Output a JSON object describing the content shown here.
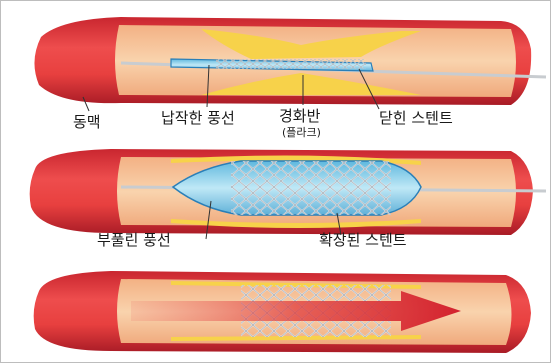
{
  "labels": {
    "artery": "동맥",
    "deflated_balloon": "납작한 풍선",
    "plaque": "경화반",
    "plaque_sub": "(플라크)",
    "closed_stent": "닫힌 스텐트",
    "inflated_balloon": "부풀린 풍선",
    "expanded_stent": "확장된 스텐트"
  },
  "colors": {
    "artery_outer": "#e23a3c",
    "artery_dark": "#b81f2a",
    "lumen": "#f6c79a",
    "plaque": "#f7d24a",
    "balloon": "#8fd3ec",
    "balloon_edge": "#2a7fb8",
    "stent": "#d9dde2",
    "flow_arrow": "#d3222e",
    "leader_line": "#333333"
  },
  "icons": [
    "flow-arrow"
  ]
}
